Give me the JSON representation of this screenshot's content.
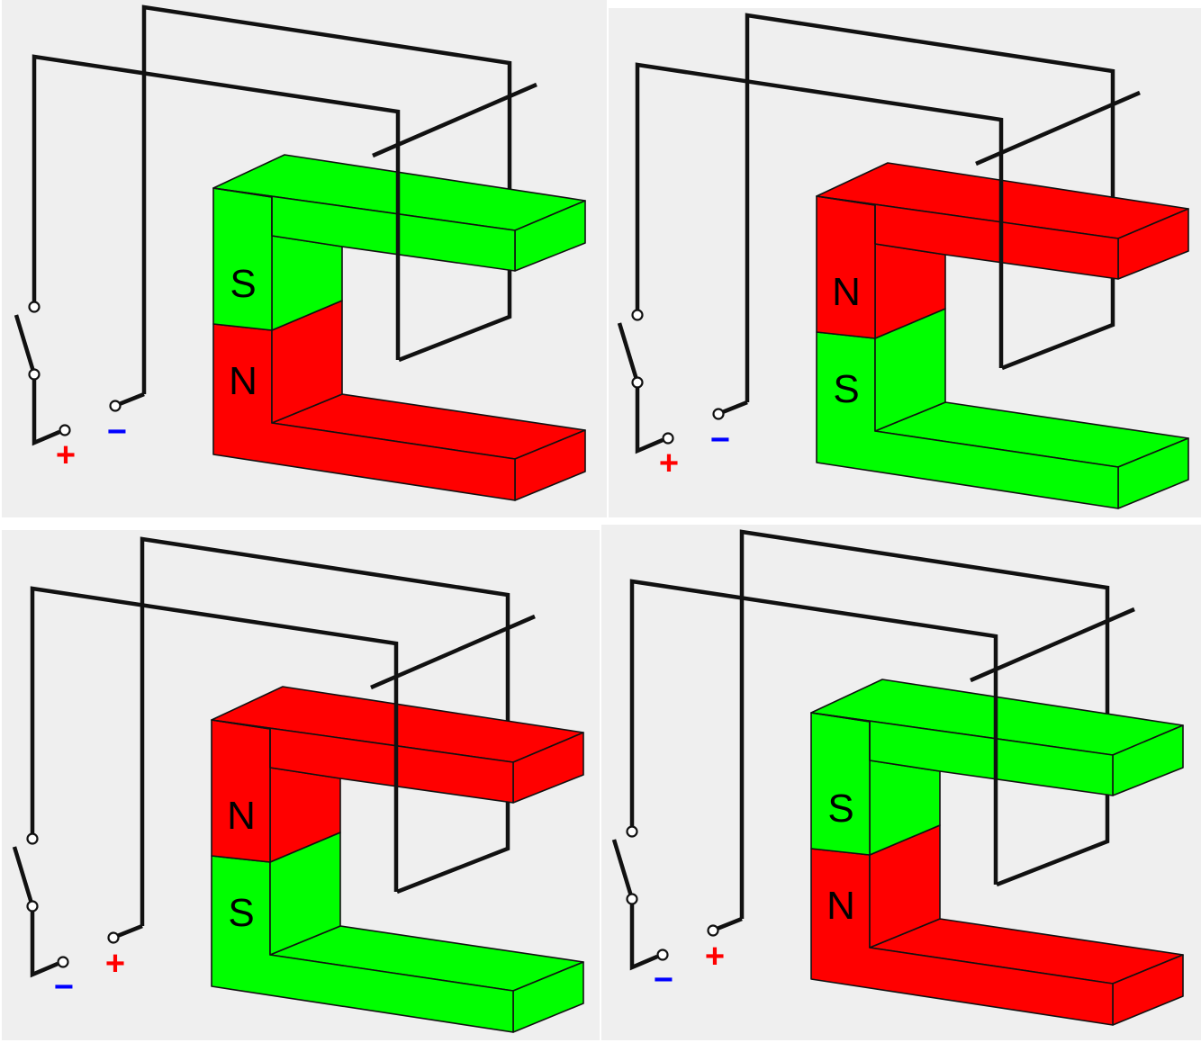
{
  "colors": {
    "north": "#ff0000",
    "south": "#00ff00",
    "plus": "#ff0000",
    "minus": "#0000ff"
  },
  "panels": [
    {
      "upper_pole": "S",
      "lower_pole": "N",
      "left_terminal": "+",
      "right_terminal": "−"
    },
    {
      "upper_pole": "N",
      "lower_pole": "S",
      "left_terminal": "+",
      "right_terminal": "−"
    },
    {
      "upper_pole": "N",
      "lower_pole": "S",
      "left_terminal": "−",
      "right_terminal": "+"
    },
    {
      "upper_pole": "S",
      "lower_pole": "N",
      "left_terminal": "−",
      "right_terminal": "+"
    }
  ]
}
